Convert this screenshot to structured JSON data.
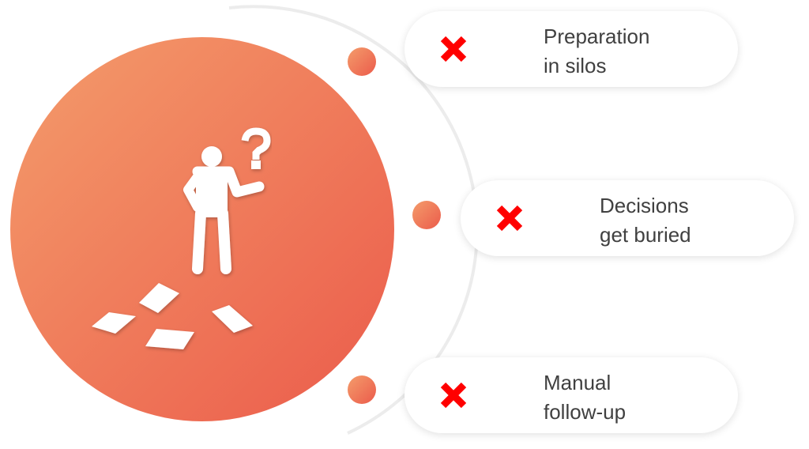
{
  "colors": {
    "circle_start": "#f39a6a",
    "circle_end": "#ec5f4d",
    "cross": "#ff0000",
    "text": "#404040",
    "arc": "#ececec"
  },
  "center_icon": "confused-person-with-scattered-papers-icon",
  "items": [
    {
      "line1": "Preparation",
      "line2": "in silos",
      "icon": "cross-icon"
    },
    {
      "line1": "Decisions",
      "line2": "get buried",
      "icon": "cross-icon"
    },
    {
      "line1": "Manual",
      "line2": "follow-up",
      "icon": "cross-icon"
    }
  ]
}
